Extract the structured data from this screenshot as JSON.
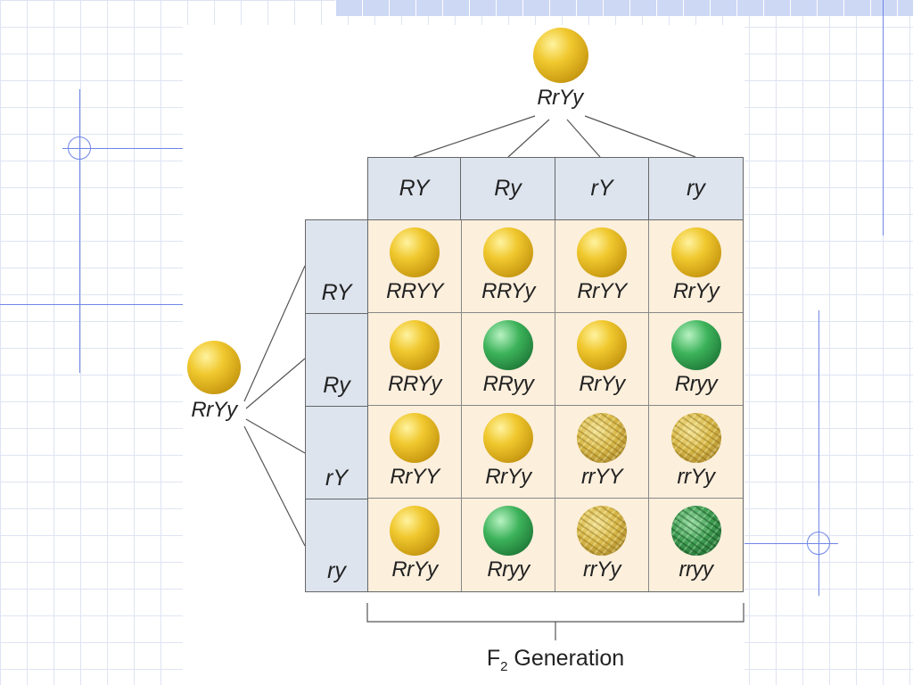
{
  "colors": {
    "yellow": "#f0c82e",
    "green": "#3cb25a",
    "header_bg": "#dde4ee",
    "cell_bg": "#fcefdc"
  },
  "top_parent": {
    "genotype": "RrYy",
    "pea": {
      "color": "yellow",
      "shape": "round"
    }
  },
  "left_parent": {
    "genotype": "RrYy",
    "pea": {
      "color": "yellow",
      "shape": "round"
    }
  },
  "column_gametes": [
    "RY",
    "Ry",
    "rY",
    "ry"
  ],
  "row_gametes": [
    "RY",
    "Ry",
    "rY",
    "ry"
  ],
  "cells": [
    [
      {
        "genotype": "RRYY",
        "color": "yellow",
        "shape": "round"
      },
      {
        "genotype": "RRYy",
        "color": "yellow",
        "shape": "round"
      },
      {
        "genotype": "RrYY",
        "color": "yellow",
        "shape": "round"
      },
      {
        "genotype": "RrYy",
        "color": "yellow",
        "shape": "round"
      }
    ],
    [
      {
        "genotype": "RRYy",
        "color": "yellow",
        "shape": "round"
      },
      {
        "genotype": "RRyy",
        "color": "green",
        "shape": "round"
      },
      {
        "genotype": "RrYy",
        "color": "yellow",
        "shape": "round"
      },
      {
        "genotype": "Rryy",
        "color": "green",
        "shape": "round"
      }
    ],
    [
      {
        "genotype": "RrYY",
        "color": "yellow",
        "shape": "round"
      },
      {
        "genotype": "RrYy",
        "color": "yellow",
        "shape": "round"
      },
      {
        "genotype": "rrYY",
        "color": "yellow",
        "shape": "wrinkled"
      },
      {
        "genotype": "rrYy",
        "color": "yellow",
        "shape": "wrinkled"
      }
    ],
    [
      {
        "genotype": "RrYy",
        "color": "yellow",
        "shape": "round"
      },
      {
        "genotype": "Rryy",
        "color": "green",
        "shape": "round"
      },
      {
        "genotype": "rrYy",
        "color": "yellow",
        "shape": "wrinkled"
      },
      {
        "genotype": "rryy",
        "color": "green",
        "shape": "wrinkled"
      }
    ]
  ],
  "generation_label": {
    "prefix": "F",
    "subscript": "2",
    "suffix": " Generation"
  }
}
